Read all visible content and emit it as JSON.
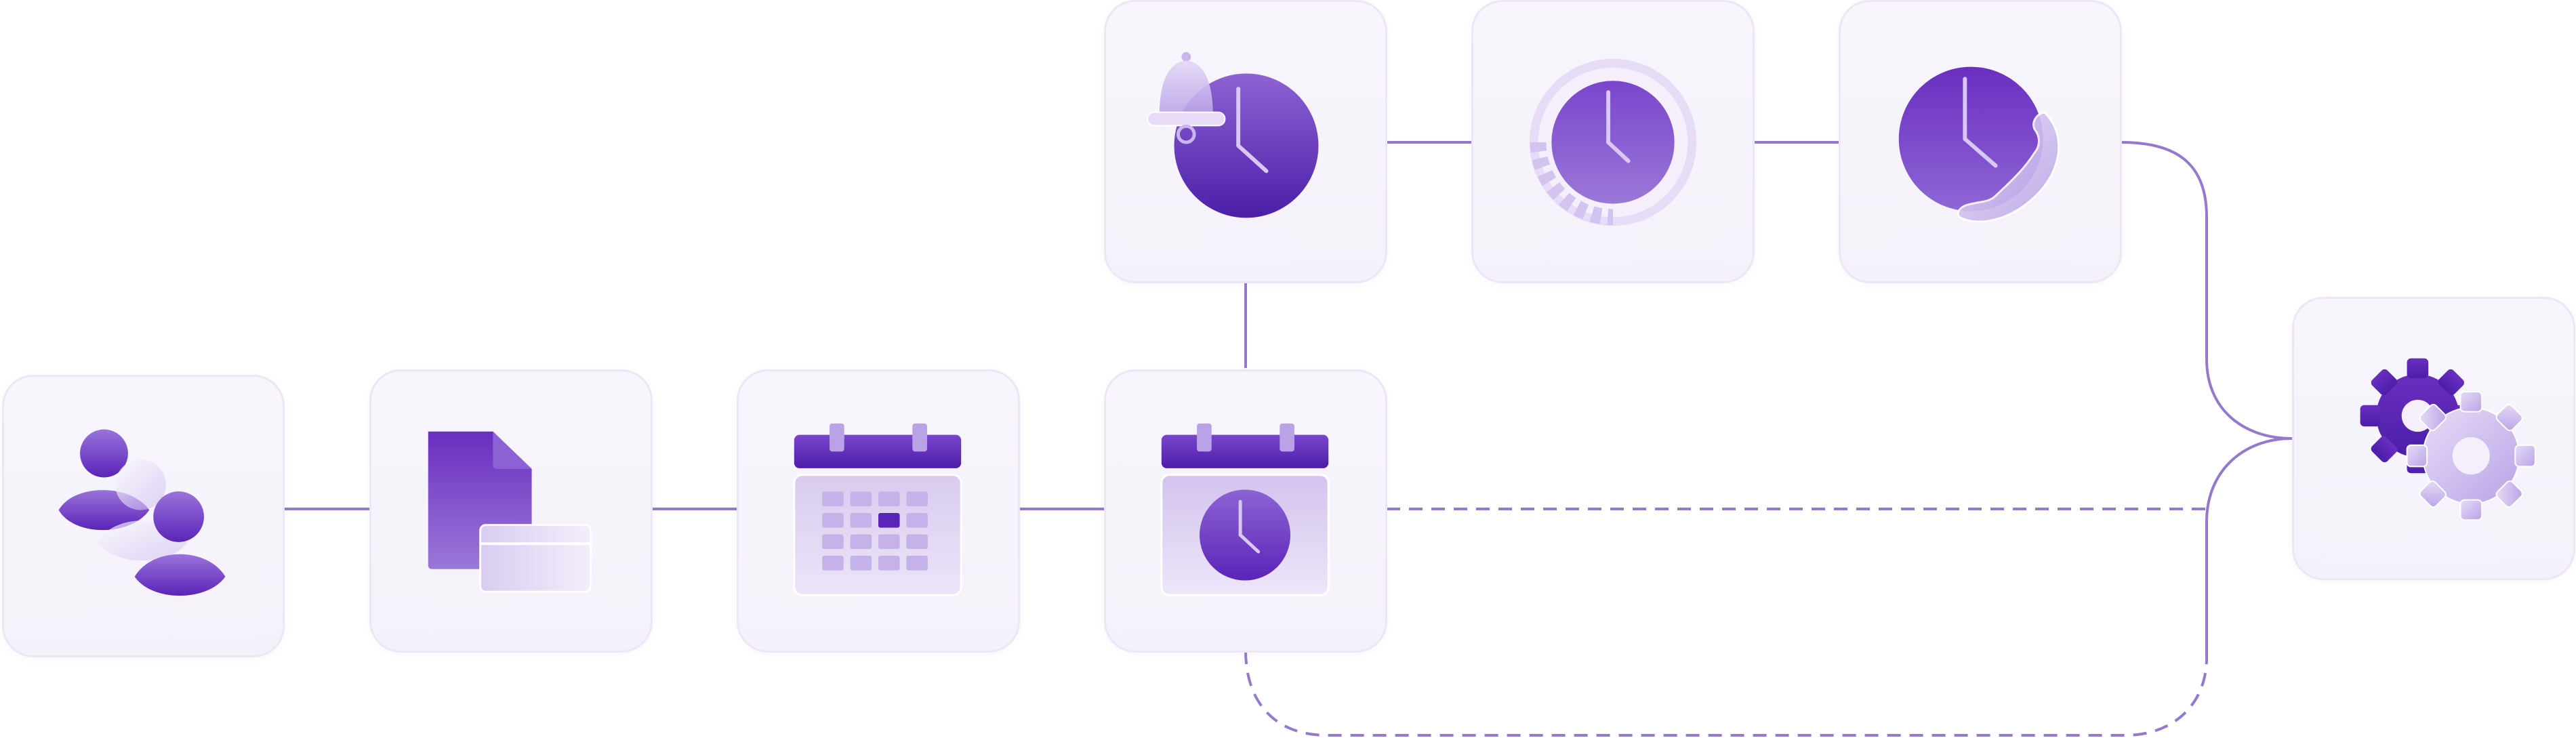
{
  "diagram": {
    "type": "workflow",
    "colors": {
      "connector": "#9579cf",
      "accent": "#6a2ec0",
      "accent_dark": "#4b1ea8",
      "accent_light": "#a58bdc",
      "tile_background": "#f6f3fb",
      "tile_border": "#ece6f6"
    },
    "nodes": [
      {
        "id": "users",
        "icon": "users-group-icon"
      },
      {
        "id": "document",
        "icon": "document-card-icon"
      },
      {
        "id": "calendar",
        "icon": "calendar-grid-icon"
      },
      {
        "id": "calendar-clock",
        "icon": "calendar-clock-icon"
      },
      {
        "id": "bell-clock",
        "icon": "bell-clock-icon"
      },
      {
        "id": "clock-progress",
        "icon": "clock-progress-icon"
      },
      {
        "id": "clock-phone",
        "icon": "clock-phone-icon"
      },
      {
        "id": "gears",
        "icon": "gears-icon"
      }
    ],
    "edges": [
      {
        "from": "users",
        "to": "document",
        "style": "solid"
      },
      {
        "from": "document",
        "to": "calendar",
        "style": "solid"
      },
      {
        "from": "calendar",
        "to": "calendar-clock",
        "style": "solid"
      },
      {
        "from": "calendar-clock",
        "to": "bell-clock",
        "style": "solid"
      },
      {
        "from": "bell-clock",
        "to": "clock-progress",
        "style": "solid"
      },
      {
        "from": "clock-progress",
        "to": "clock-phone",
        "style": "solid"
      },
      {
        "from": "clock-phone",
        "to": "gears",
        "style": "solid"
      },
      {
        "from": "calendar-clock",
        "to": "gears",
        "style": "dashed"
      },
      {
        "from": "calendar-clock",
        "to": "gears",
        "style": "dashed"
      }
    ]
  }
}
